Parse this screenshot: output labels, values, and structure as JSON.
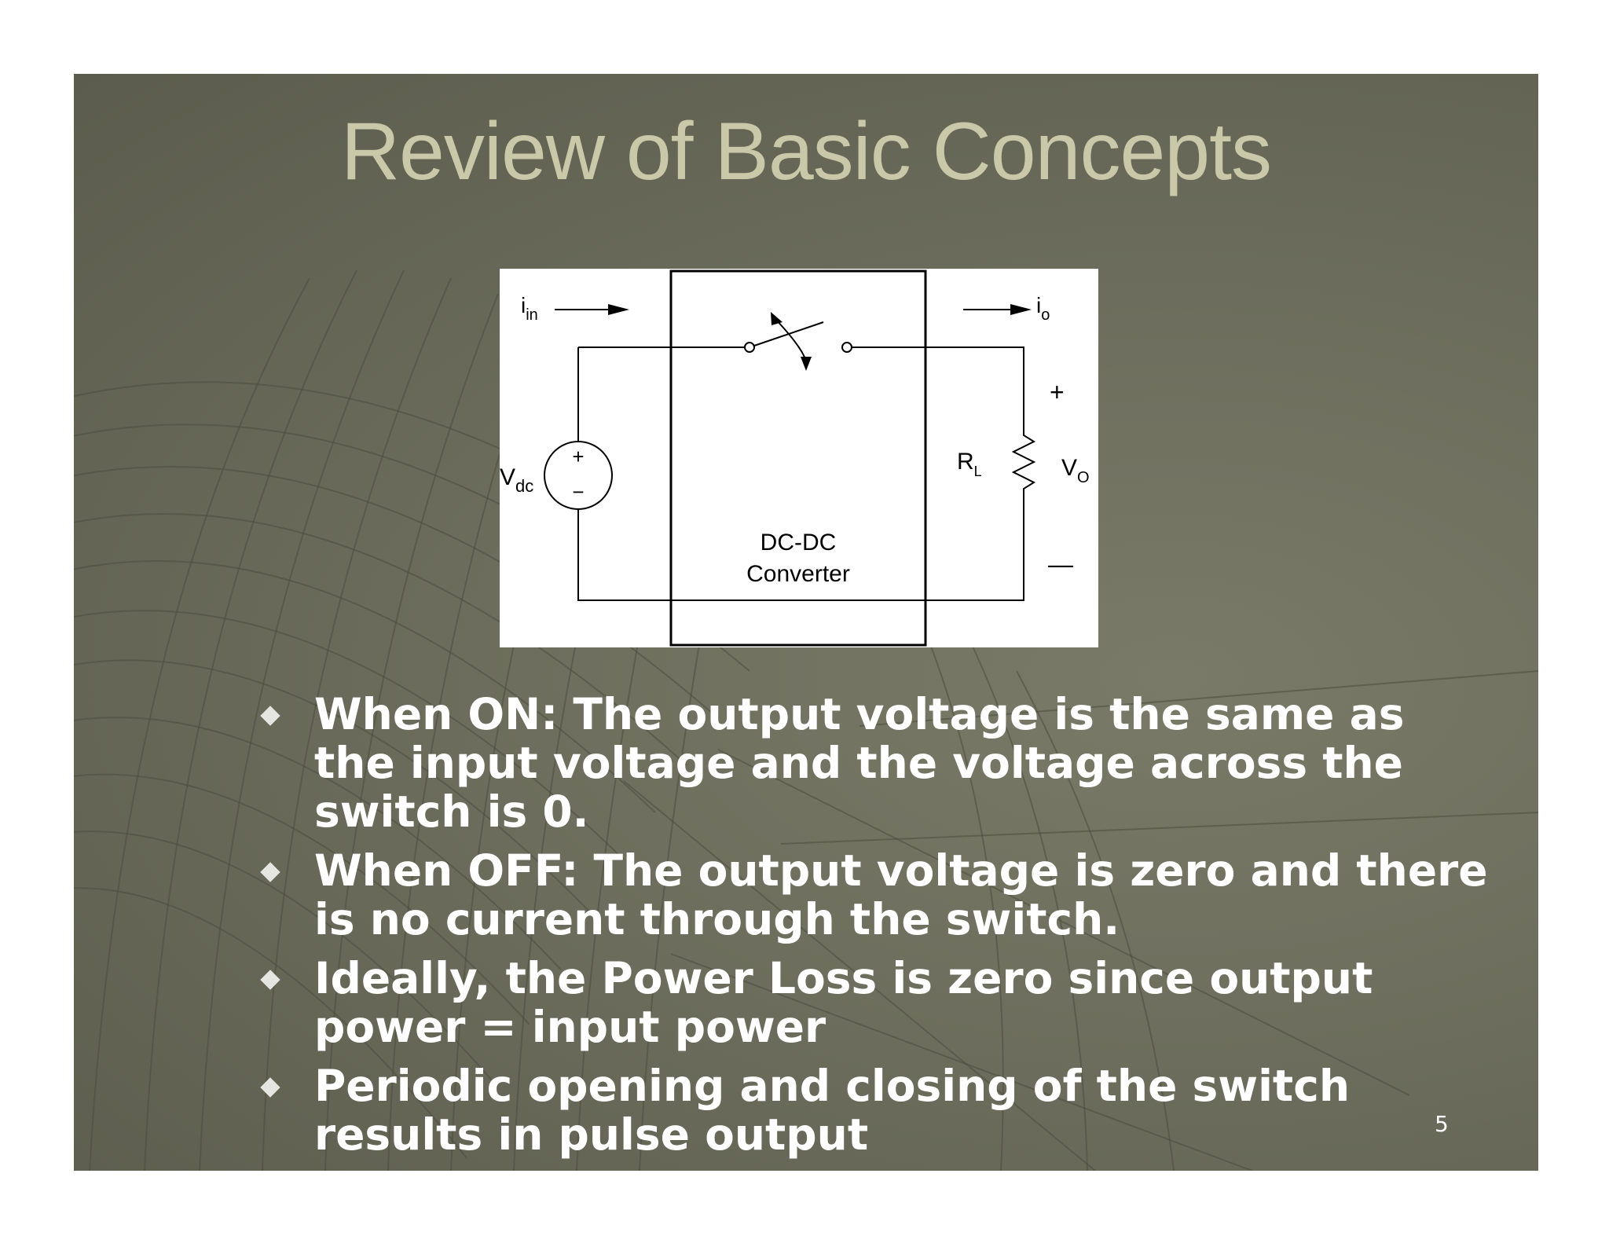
{
  "slide": {
    "title": "Review of Basic Concepts",
    "page_number": "5",
    "colors": {
      "background": "#6c6d5c",
      "title": "#c9c9a9",
      "text": "#ffffff",
      "bullet_icon": "#e6e6e0"
    }
  },
  "diagram": {
    "input_current": "i",
    "input_current_sub": "in",
    "output_current": "i",
    "output_current_sub": "o",
    "source": "V",
    "source_sub": "dc",
    "source_plus": "+",
    "source_minus": "−",
    "load": "R",
    "load_sub": "L",
    "output_voltage": "V",
    "output_voltage_sub": "O",
    "output_plus": "+",
    "output_minus": "—",
    "box_line1": "DC-DC",
    "box_line2": "Converter"
  },
  "bullets": [
    {
      "line1": "When ON: The output voltage is the same as",
      "line2": "the input voltage and the voltage across the",
      "line3": "switch is 0."
    },
    {
      "line1": "When OFF: The output voltage is zero and there",
      "line2": "is no current through the switch."
    },
    {
      "line1": "Ideally, the Power Loss is zero since output",
      "line2": "power = input power"
    },
    {
      "line1": "Periodic opening and closing of the switch",
      "line2": "results in pulse output"
    }
  ],
  "icons": {
    "bullet": "diamond-bullet-icon",
    "switch": "switch-icon",
    "voltage_source": "voltage-source-icon",
    "resistor": "resistor-icon",
    "arrow": "arrow-right-icon"
  }
}
